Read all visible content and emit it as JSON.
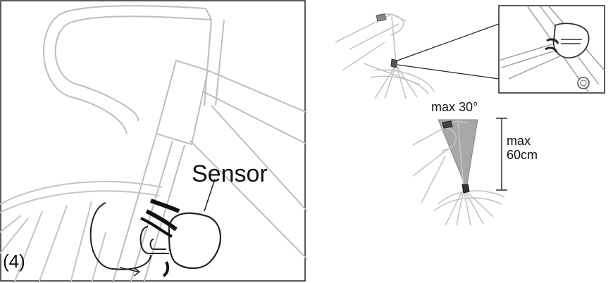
{
  "figure": {
    "step_label": "(4)",
    "sensor_label": "Sensor",
    "angle_label": "max 30°",
    "distance_label_line1": "max",
    "distance_label_line2": "60cm"
  },
  "colors": {
    "frame_line": "#bdbdbd",
    "ink": "#111111",
    "cone_fill": "#a8a8a8"
  }
}
